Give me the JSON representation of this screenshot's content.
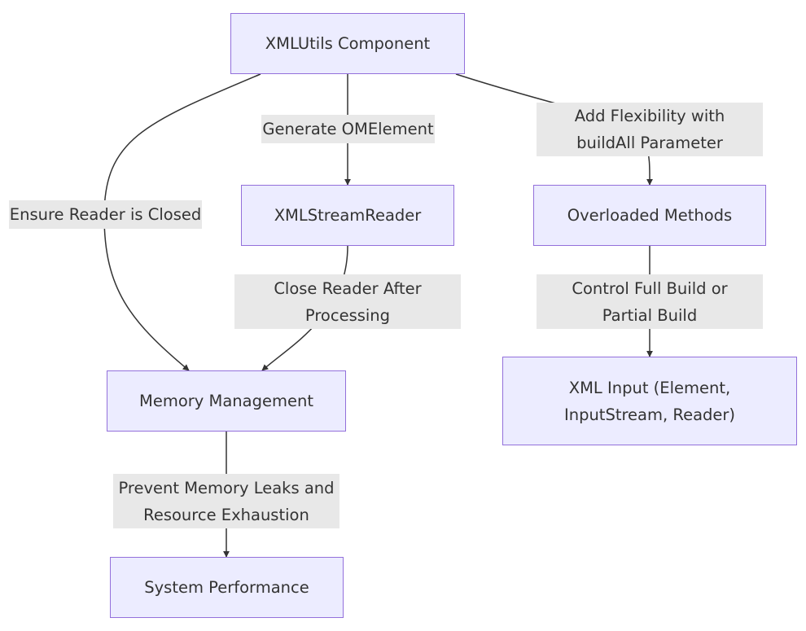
{
  "diagram": {
    "nodes": {
      "xmlutils": {
        "label": "XMLUtils Component"
      },
      "xmlstreamreader": {
        "label": "XMLStreamReader"
      },
      "overloaded": {
        "label": "Overloaded Methods"
      },
      "memory": {
        "label": "Memory Management"
      },
      "xmlinput": {
        "label": "XML Input (Element,\nInputStream, Reader)"
      },
      "performance": {
        "label": "System Performance"
      }
    },
    "edges": {
      "ensure_closed": {
        "from": "xmlutils",
        "to": "memory",
        "label": "Ensure Reader is Closed"
      },
      "generate": {
        "from": "xmlutils",
        "to": "xmlstreamreader",
        "label": "Generate OMElement"
      },
      "flexibility": {
        "from": "xmlutils",
        "to": "overloaded",
        "label": "Add Flexibility with\nbuildAll Parameter"
      },
      "close_after": {
        "from": "xmlstreamreader",
        "to": "memory",
        "label": "Close Reader After\nProcessing"
      },
      "control_build": {
        "from": "overloaded",
        "to": "xmlinput",
        "label": "Control Full Build or\nPartial Build"
      },
      "prevent_leaks": {
        "from": "memory",
        "to": "performance",
        "label": "Prevent Memory Leaks and\nResource Exhaustion"
      }
    },
    "colors": {
      "node_fill": "#ececff",
      "node_stroke": "#9370db",
      "edge_label_bg": "#e8e8e8",
      "edge_stroke": "#333333",
      "text": "#333333"
    }
  }
}
